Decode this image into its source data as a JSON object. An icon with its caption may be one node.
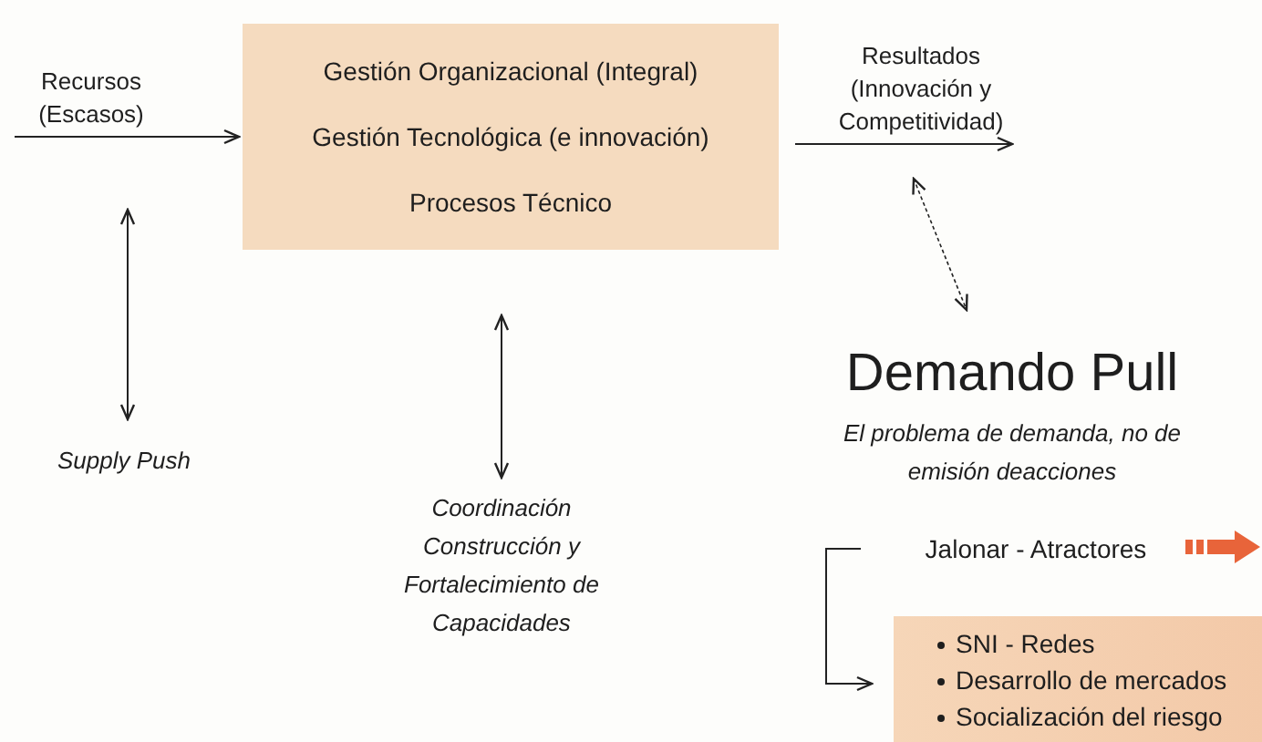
{
  "diagram": {
    "nodes": [
      {
        "text": [
          "Recursos (Escasos)"
        ]
      },
      {
        "text": [
          "Gestión Organizacional (Integral)",
          "Gestión Tecnológica (e innovación)",
          "Procesos Técnico"
        ]
      },
      {
        "text": [
          "Resultados (Innovación y Competitividad)"
        ]
      },
      {
        "text": [
          "Supply Push"
        ]
      },
      {
        "text": [
          "Coordinación Construcción y Fortalecimiento de Capacidades"
        ]
      },
      {
        "text": [
          "Demando Pull",
          "El problema de demanda, no de emisión deacciones"
        ]
      },
      {
        "text": [
          "Jalonar - Atractores"
        ]
      },
      {
        "text": [
          "SNI - Redes",
          "Desarrollo de mercados",
          "Socialización del riesgo"
        ]
      }
    ],
    "edges": [
      {
        "from": 0,
        "to": 1,
        "arrow": "to"
      },
      {
        "from": 1,
        "to": 2,
        "arrow": "to"
      },
      {
        "from": 2,
        "to": 5,
        "arrow": "both",
        "style": "dashed"
      },
      {
        "from": 0,
        "to": 3,
        "arrow": "both"
      },
      {
        "from": 1,
        "to": 4,
        "arrow": "both"
      },
      {
        "from": 6,
        "to": 7,
        "arrow": "to"
      }
    ]
  }
}
